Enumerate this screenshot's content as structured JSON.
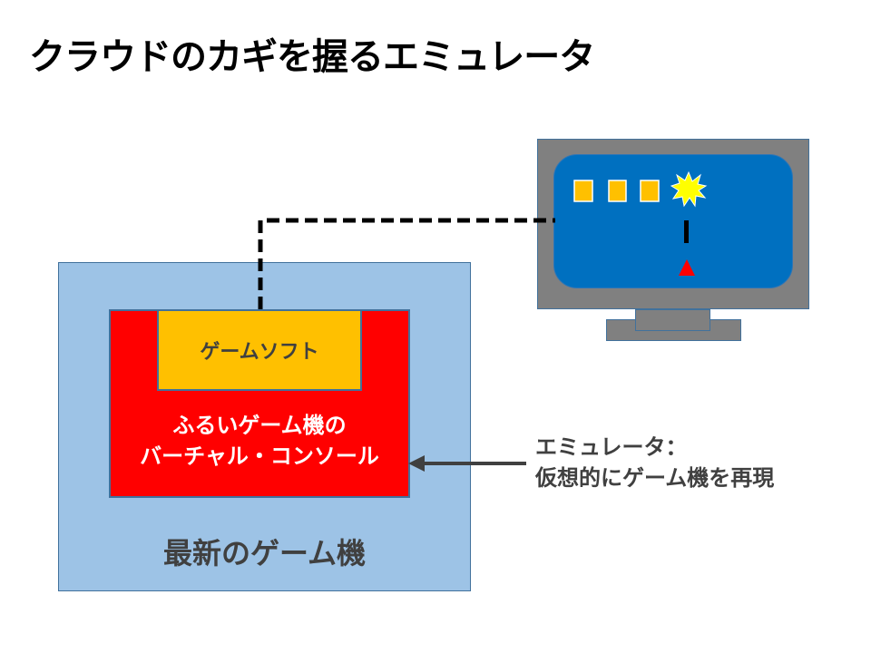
{
  "title": "クラウドのカギを握るエミュレータ",
  "outer_box": {
    "label": "最新のゲーム機",
    "color": "#9dc3e6"
  },
  "inner_box": {
    "line1": "ふるいゲーム機の",
    "line2": "バーチャル・コンソール",
    "color": "#ff0000"
  },
  "game_soft": {
    "label": "ゲームソフト",
    "color": "#ffc000"
  },
  "callout": {
    "line1": "エミュレータ：",
    "line2": "仮想的にゲーム機を再現"
  },
  "monitor": {
    "screen_color": "#0070c0",
    "frame_color": "#808080",
    "game_elements": {
      "blocks": 3,
      "block_color": "#ffc000",
      "explosion_color": "#ffff00",
      "player_color": "#ff0000"
    }
  },
  "connector": {
    "style": "dashed",
    "color": "#000000"
  },
  "arrow": {
    "color": "#404040",
    "direction": "left"
  }
}
